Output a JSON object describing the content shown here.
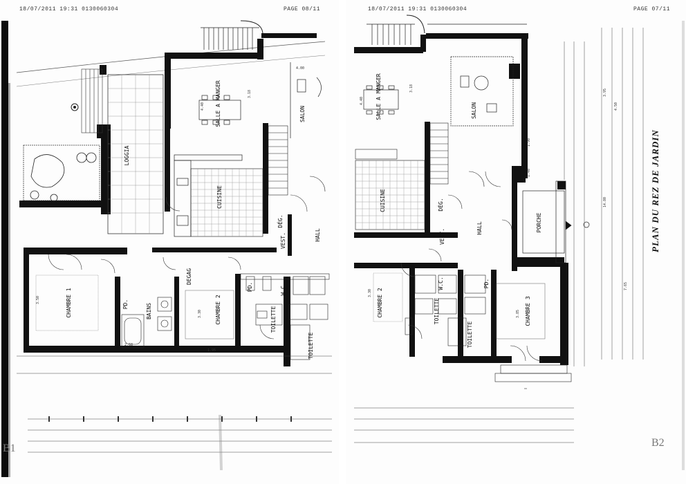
{
  "left_sheet": {
    "fax_header": "18/07/2011  19:31   0130060304",
    "page_label": "PAGE  08/11",
    "sheet_id": "B1",
    "rooms": {
      "salle_a_manger": "SALLE A MANGER",
      "salon": "SALON",
      "loggia": "LOGGIA",
      "cuisine": "CUISINE",
      "deg": "DÉG.",
      "hall": "HALL",
      "vest": "VEST.",
      "degag": "DEGAG",
      "chambre1": "CHAMBRE 1",
      "bains": "BAINS",
      "chambre2": "CHAMBRE 2",
      "toilette1": "TOILETTE",
      "toilette2": "TOILETTE",
      "wc": "W.C.",
      "pd1": "PD.",
      "pd2": "PD."
    },
    "dims": [
      "4.40",
      "3.18",
      "4.00",
      "3.50",
      "3.30",
      "3.30",
      "2.68",
      "1.95"
    ]
  },
  "right_sheet": {
    "fax_header": "18/07/2011  19:31   0130060304",
    "page_label": "PAGE  07/11",
    "sheet_id": "B2",
    "title": "PLAN DU REZ DE JARDIN",
    "rooms": {
      "salle_a_manger": "SALLE A MANGER",
      "salon": "SALON",
      "cuisine": "CUISINE",
      "deg": "DÉG.",
      "hall": "HALL",
      "porche": "PORCHE",
      "vest": "VEST.",
      "chambre2": "CHAMBRE 2",
      "chambre3": "CHAMBRE 3",
      "toilette1": "TOILETTE",
      "toilette2": "TOILETTE",
      "wc": "W.C.",
      "pd": "PD."
    },
    "dims": [
      "4.40",
      "3.18",
      "3.30",
      "3.85",
      "1.40",
      "1.90",
      "1.60",
      "14.80",
      "3.95",
      "4.50",
      "7.65"
    ]
  }
}
